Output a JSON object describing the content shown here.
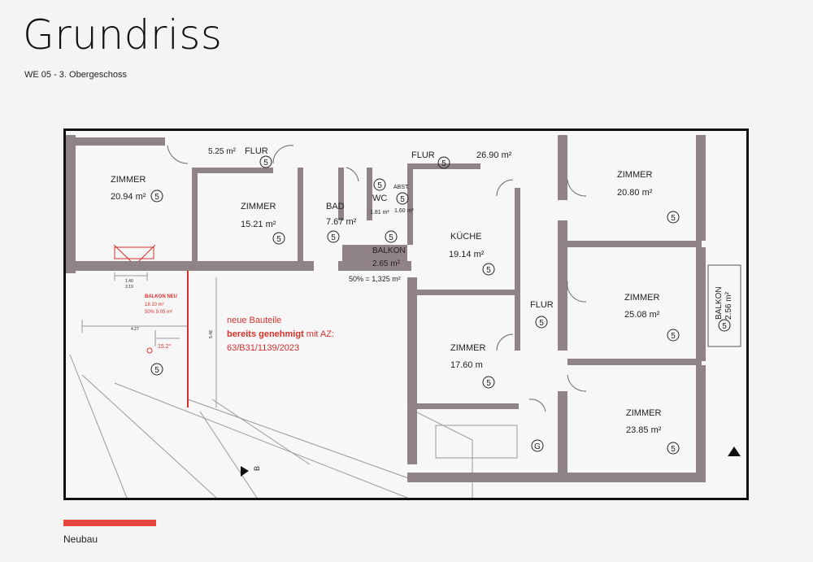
{
  "header": {
    "title": "Grundriss",
    "subtitle": "WE 05 - 3. Obergeschoss"
  },
  "floorplan": {
    "rooms": [
      {
        "label": "ZIMMER",
        "area": "20.94 m²",
        "num": "5"
      },
      {
        "label": "ZIMMER",
        "area": "15.21 m²",
        "num": "5"
      },
      {
        "label": "BAD",
        "area": "7.67 m²",
        "num": "5"
      },
      {
        "label": "WC",
        "area": "1.81 m²",
        "num": "5"
      },
      {
        "label": "ABST.",
        "area": "1.60 m²",
        "num": "5"
      },
      {
        "label": "BALKON",
        "area": "2.65 m²",
        "num": "5"
      },
      {
        "label": "KÜCHE",
        "area": "19.14 m²",
        "num": "5"
      },
      {
        "label": "ZIMMER",
        "area": "17.60 m",
        "num": "5"
      },
      {
        "label": "ZIMMER",
        "area": "20.80 m²",
        "num": "5"
      },
      {
        "label": "ZIMMER",
        "area": "25.08 m²",
        "num": "5"
      },
      {
        "label": "ZIMMER",
        "area": "23.85 m²",
        "num": "5"
      }
    ],
    "flur_top_left": {
      "label": "FLUR",
      "area": "5.25 m²",
      "num": "5"
    },
    "flur_top": {
      "label": "FLUR",
      "area": "26.90 m²",
      "num": "5"
    },
    "flur_mid": {
      "label": "FLUR",
      "num": "5"
    },
    "balkon_right": {
      "label": "BALKON",
      "area": "2.56 m²",
      "num": "5"
    },
    "balkon_half": "50% = 1,325 m²",
    "balkon_neu": {
      "label": "BALKON NEU",
      "area": "18.10 m²",
      "half": "50%   9.05 m²",
      "num": "5"
    },
    "dim_a": "1.40",
    "dim_b": "3.19",
    "dim_c": "4.27",
    "dim_d": "5.48",
    "height_mark": "15.2°",
    "notice_line1": "neue Bauteile",
    "notice_line2_bold": "bereits genehmigt",
    "notice_line2_rest": " mit AZ:",
    "notice_line3": "63/B31/1139/2023",
    "g_mark": "G",
    "b_mark": "B"
  },
  "footer": {
    "caption": "Neubau",
    "accent_color": "#e5453c"
  }
}
